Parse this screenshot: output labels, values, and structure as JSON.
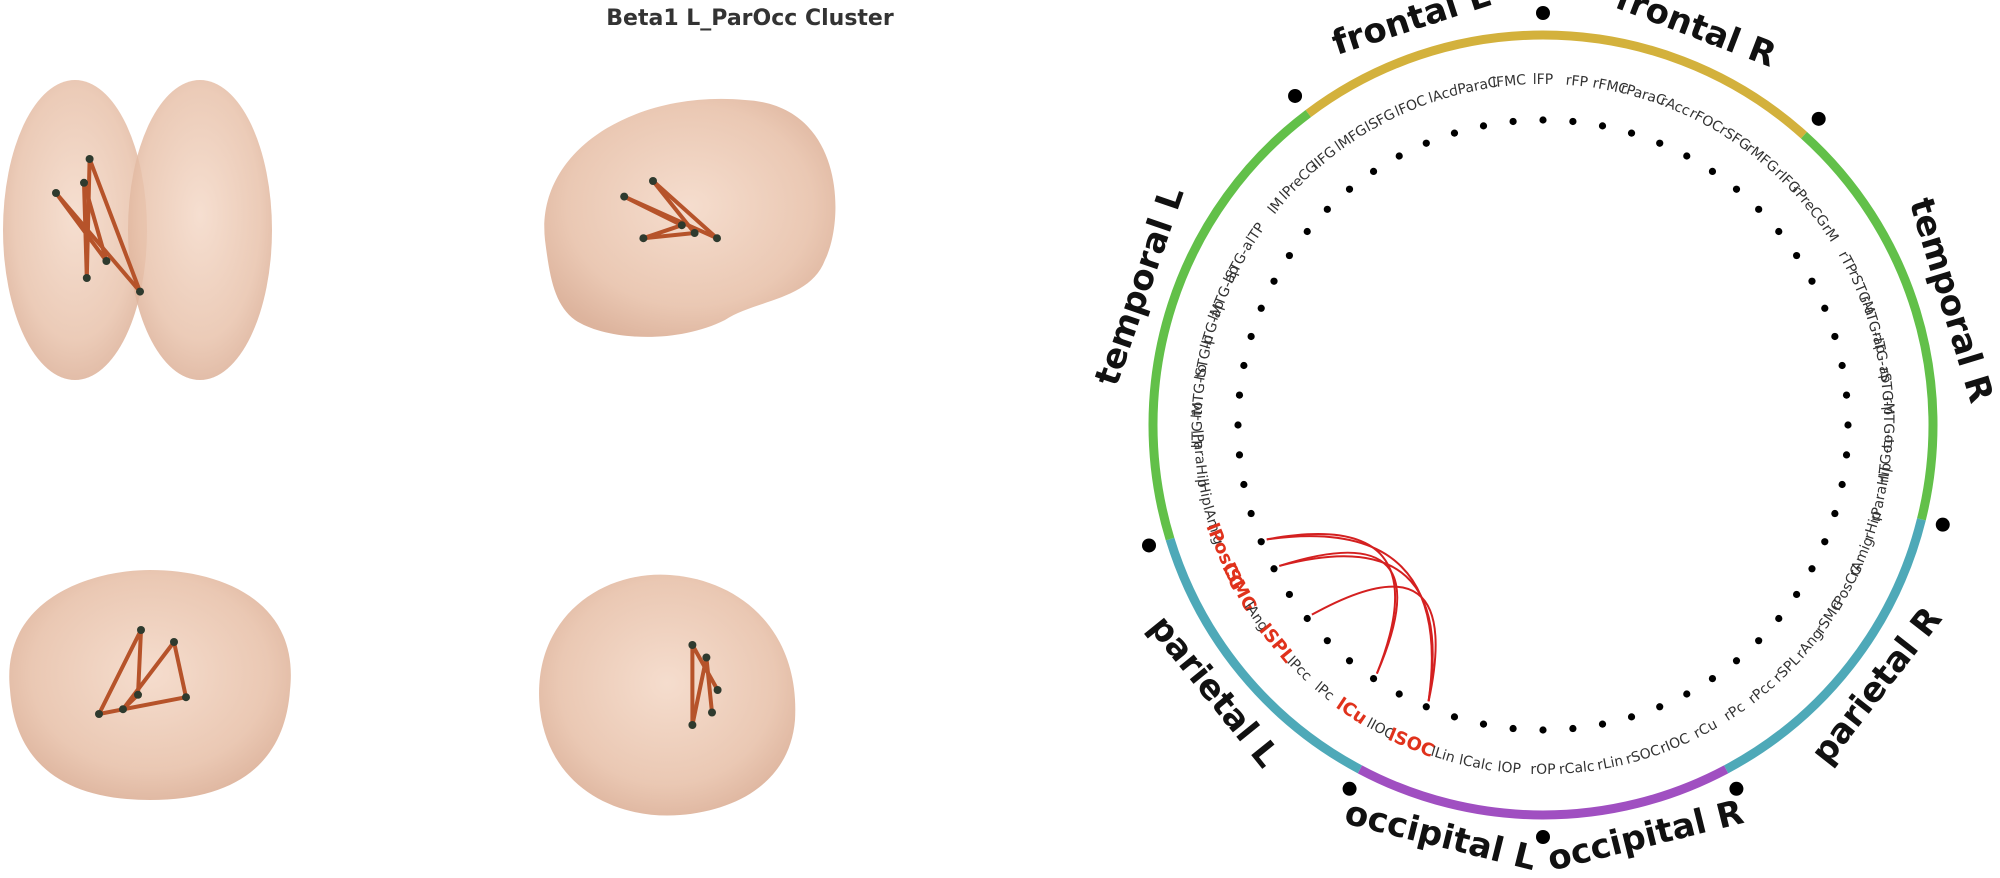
{
  "title": "Beta1 L_ParOcc Cluster",
  "views": [
    {
      "name": "axial-top",
      "nodes": [
        [
          0.32,
          0.35
        ],
        [
          0.3,
          0.42
        ],
        [
          0.2,
          0.45
        ],
        [
          0.38,
          0.65
        ],
        [
          0.31,
          0.7
        ],
        [
          0.5,
          0.74
        ]
      ],
      "edges": [
        [
          0,
          4
        ],
        [
          1,
          4
        ],
        [
          2,
          3
        ],
        [
          2,
          5
        ],
        [
          0,
          5
        ],
        [
          1,
          3
        ]
      ]
    },
    {
      "name": "sagittal-left",
      "nodes": [
        [
          0.4,
          0.35
        ],
        [
          0.31,
          0.41
        ],
        [
          0.49,
          0.52
        ],
        [
          0.53,
          0.55
        ],
        [
          0.37,
          0.57
        ],
        [
          0.6,
          0.57
        ]
      ],
      "edges": [
        [
          0,
          3
        ],
        [
          1,
          2
        ],
        [
          1,
          5
        ],
        [
          2,
          4
        ],
        [
          3,
          4
        ],
        [
          0,
          5
        ]
      ]
    },
    {
      "name": "coronal-front",
      "nodes": [
        [
          0.47,
          0.25
        ],
        [
          0.58,
          0.3
        ],
        [
          0.46,
          0.52
        ],
        [
          0.62,
          0.53
        ],
        [
          0.33,
          0.6
        ],
        [
          0.41,
          0.58
        ]
      ],
      "edges": [
        [
          0,
          4
        ],
        [
          1,
          5
        ],
        [
          0,
          2
        ],
        [
          1,
          3
        ],
        [
          4,
          3
        ],
        [
          2,
          5
        ]
      ]
    },
    {
      "name": "posterior",
      "nodes": [
        [
          0.58,
          0.3
        ],
        [
          0.63,
          0.35
        ],
        [
          0.67,
          0.48
        ],
        [
          0.65,
          0.57
        ],
        [
          0.58,
          0.62
        ]
      ],
      "edges": [
        [
          0,
          2
        ],
        [
          1,
          3
        ],
        [
          0,
          4
        ],
        [
          1,
          4
        ]
      ]
    }
  ],
  "regions": [
    {
      "name": "frontal L",
      "color": "#d3b13c"
    },
    {
      "name": "frontal R",
      "color": "#d3b13c"
    },
    {
      "name": "temporal R",
      "color": "#62c049"
    },
    {
      "name": "parietal R",
      "color": "#4ea9b8"
    },
    {
      "name": "occipital R",
      "color": "#a04fc1"
    },
    {
      "name": "occipital L",
      "color": "#a04fc1"
    },
    {
      "name": "parietal L",
      "color": "#4ea9b8"
    },
    {
      "name": "temporal L",
      "color": "#62c049"
    }
  ],
  "nodes_right": [
    "lFP",
    "rFP",
    "rFMC",
    "rParaC",
    "rAcc",
    "rFOC",
    "rSFG",
    "rMFG",
    "rIFG",
    "rPreCG",
    "rM",
    "rTP",
    "rSTG-a",
    "rMTG-ap",
    "rITG-ap",
    "rSTG-p",
    "rMTG-to",
    "rITG-to",
    "rParaHip",
    "rHip",
    "rAmig",
    "rPosCG",
    "rSMG",
    "rAng",
    "rSPL",
    "rPcc",
    "rPc",
    "rCu",
    "rIOC",
    "rSOC",
    "rLin",
    "rCalc",
    "rOP"
  ],
  "nodes_left": [
    "lFMC",
    "lParaC",
    "lAcc",
    "lFOC",
    "lSFG",
    "lMFG",
    "lIFG",
    "lPreCG",
    "lM",
    "lTP",
    "lSTG-a",
    "lMTG-ap",
    "lITG-ap",
    "lSTG-p",
    "lMTG-to",
    "lITG-to",
    "lParaHip",
    "lHip",
    "lAmig",
    "lPosCG",
    "lSMG",
    "lAng",
    "lSPL",
    "lPcc",
    "lPc",
    "lCu",
    "lIOC",
    "lSOC",
    "lLin",
    "lCalc",
    "lOP"
  ],
  "highlighted": [
    "lPosCG",
    "lSMG",
    "lSPL",
    "lCu",
    "lSOC"
  ],
  "connections": [
    [
      "lPosCG",
      "lSOC"
    ],
    [
      "lPosCG",
      "lCu"
    ],
    [
      "lSMG",
      "lSOC"
    ],
    [
      "lSMG",
      "lCu"
    ],
    [
      "lSPL",
      "lSOC"
    ]
  ],
  "colors": {
    "highlight": "#e0321c",
    "connection": "#d42020",
    "edge_brain": "#b6532a",
    "label": "#333333"
  }
}
